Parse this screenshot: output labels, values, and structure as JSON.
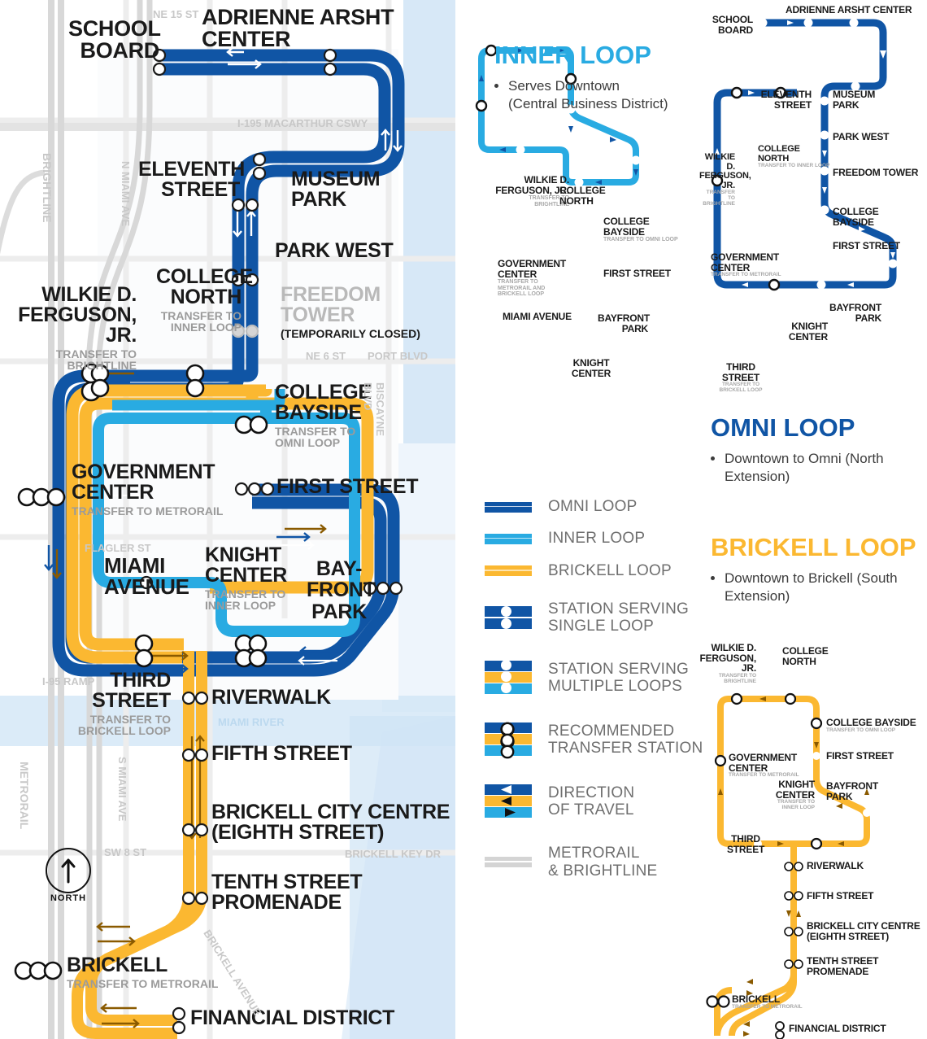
{
  "colors": {
    "omni_loop": "#1055A5",
    "inner_loop": "#29ABE2",
    "brickell_loop": "#FBB831",
    "metrorail_brightline": "#D4D4D4",
    "station_fill": "#FFFFFF",
    "label_dark": "#1A1A1A",
    "label_gray": "#B9B9B9",
    "street_gray": "#C8C8C8",
    "water": "#CFE4F5"
  },
  "main_map": {
    "stations": [
      {
        "name": "SCHOOL BOARD",
        "sub": "",
        "loops": [
          "omni"
        ]
      },
      {
        "name": "ADRIENNE ARSHT CENTER",
        "sub": "",
        "loops": [
          "omni"
        ]
      },
      {
        "name": "ELEVENTH STREET",
        "sub": "",
        "loops": [
          "omni"
        ]
      },
      {
        "name": "MUSEUM PARK",
        "sub": "",
        "loops": [
          "omni"
        ]
      },
      {
        "name": "PARK WEST",
        "sub": "",
        "loops": [
          "omni"
        ]
      },
      {
        "name": "FREEDOM TOWER",
        "sub": "(TEMPORARILY CLOSED)",
        "loops": [
          "omni"
        ],
        "closed": true
      },
      {
        "name": "WILKIE D. FERGUSON, JR.",
        "sub": "TRANSFER TO BRIGHTLINE",
        "loops": [
          "omni",
          "inner",
          "brickell"
        ]
      },
      {
        "name": "COLLEGE NORTH",
        "sub": "TRANSFER TO INNER LOOP",
        "loops": [
          "omni",
          "inner",
          "brickell"
        ]
      },
      {
        "name": "COLLEGE BAYSIDE",
        "sub": "TRANSFER TO OMNI LOOP",
        "loops": [
          "omni",
          "inner",
          "brickell"
        ]
      },
      {
        "name": "GOVERNMENT CENTER",
        "sub": "TRANSFER TO METRORAIL",
        "loops": [
          "omni",
          "inner",
          "brickell"
        ]
      },
      {
        "name": "FIRST STREET",
        "sub": "",
        "loops": [
          "omni",
          "inner",
          "brickell"
        ]
      },
      {
        "name": "MIAMI AVENUE",
        "sub": "",
        "loops": [
          "inner"
        ]
      },
      {
        "name": "KNIGHT CENTER",
        "sub": "TRANSFER TO INNER LOOP",
        "loops": [
          "omni",
          "brickell"
        ]
      },
      {
        "name": "BAY-FRONT PARK",
        "sub": "",
        "loops": [
          "omni",
          "inner",
          "brickell"
        ]
      },
      {
        "name": "THIRD STREET",
        "sub": "TRANSFER TO BRICKELL LOOP",
        "loops": [
          "omni",
          "inner",
          "brickell"
        ]
      },
      {
        "name": "RIVERWALK",
        "sub": "",
        "loops": [
          "brickell"
        ]
      },
      {
        "name": "FIFTH STREET",
        "sub": "",
        "loops": [
          "brickell"
        ]
      },
      {
        "name": "BRICKELL CITY CENTRE (EIGHTH STREET)",
        "sub": "",
        "loops": [
          "brickell"
        ]
      },
      {
        "name": "TENTH STREET PROMENADE",
        "sub": "",
        "loops": [
          "brickell"
        ]
      },
      {
        "name": "BRICKELL",
        "sub": "TRANSFER TO METRORAIL",
        "loops": [
          "brickell"
        ]
      },
      {
        "name": "FINANCIAL DISTRICT",
        "sub": "",
        "loops": [
          "brickell"
        ]
      }
    ],
    "labels": {
      "school_board": "SCHOOL\nBOARD",
      "school_board_l1": "SCHOOL",
      "school_board_l2": "BOARD",
      "adrienne": "ADRIENNE ARSHT CENTER",
      "eleventh_l1": "ELEVENTH",
      "eleventh_l2": "STREET",
      "museum_l1": "MUSEUM",
      "museum_l2": "PARK",
      "park_west": "PARK WEST",
      "college_north_l1": "COLLEGE",
      "college_north_l2": "NORTH",
      "college_north_sub1": "TRANSFER TO",
      "college_north_sub2": "INNER LOOP",
      "freedom_l1": "FREEDOM",
      "freedom_l2": "TOWER",
      "freedom_sub": "(TEMPORARILY CLOSED)",
      "wilkie_l1": "WILKIE D.",
      "wilkie_l2": "FERGUSON, JR.",
      "wilkie_sub": "TRANSFER TO BRIGHTLINE",
      "college_bayside_l1": "COLLEGE",
      "college_bayside_l2": "BAYSIDE",
      "college_bayside_sub1": "TRANSFER TO",
      "college_bayside_sub2": "OMNI LOOP",
      "government_l1": "GOVERNMENT",
      "government_l2": "CENTER",
      "government_sub": "TRANSFER TO METRORAIL",
      "first_street": "FIRST STREET",
      "miami_l1": "MIAMI",
      "miami_l2": "AVENUE",
      "knight_l1": "KNIGHT",
      "knight_l2": "CENTER",
      "knight_sub1": "TRANSFER TO",
      "knight_sub2": "INNER LOOP",
      "bayfront_l1": "BAY-",
      "bayfront_l2": "FRONT",
      "bayfront_l3": "PARK",
      "third_l1": "THIRD",
      "third_l2": "STREET",
      "third_sub1": "TRANSFER TO",
      "third_sub2": "BRICKELL LOOP",
      "riverwalk": "RIVERWALK",
      "fifth_street": "FIFTH STREET",
      "bcc_l1": "BRICKELL CITY CENTRE",
      "bcc_l2": "(EIGHTH STREET)",
      "tenth_l1": "TENTH STREET",
      "tenth_l2": "PROMENADE",
      "brickell": "BRICKELL",
      "brickell_sub": "TRANSFER TO METRORAIL",
      "financial": "FINANCIAL DISTRICT"
    },
    "streets": {
      "ne15st": "NE 15 ST",
      "i195": "I-195  MACARTHUR CSWY",
      "brightline": "BRIGHTLINE",
      "nmiamiave": "N MIAMI AVE",
      "ne6st": "NE 6 ST",
      "portblvd": "PORT BLVD",
      "biscayne": "BISCAYNE BLVD",
      "flagler": "FLAGLER ST",
      "i95ramp": "I-95 RAMP",
      "metrorail": "METRORAIL",
      "miamiriver": "MIAMI RIVER",
      "smiamiave": "S MIAMI AVE",
      "sw8st": "SW 8 ST",
      "brickellkeydr": "BRICKELL KEY DR",
      "brickellave": "BRICKELL AVENUE"
    },
    "north_label": "NORTH"
  },
  "inner_loop_panel": {
    "title": "INNER LOOP",
    "bullets": [
      "Serves Downtown (Central Business District)"
    ],
    "diagram_stations": [
      {
        "l1": "WILKIE D.",
        "l2": "FERGUSON, JR.",
        "sub": "TRANSFER TO BRIGHTLINE"
      },
      {
        "l1": "COLLEGE",
        "l2": "NORTH",
        "sub": ""
      },
      {
        "l1": "COLLEGE",
        "l2": "BAYSIDE",
        "sub": "TRANSFER TO OMNI LOOP"
      },
      {
        "l1": "FIRST STREET",
        "l2": "",
        "sub": ""
      },
      {
        "l1": "GOVERNMENT",
        "l2": "CENTER",
        "sub": "TRANSFER TO METRORAIL AND BRICKELL LOOP"
      },
      {
        "l1": "MIAMI AVENUE",
        "l2": "",
        "sub": ""
      },
      {
        "l1": "BAYFRONT",
        "l2": "PARK",
        "sub": ""
      },
      {
        "l1": "KNIGHT",
        "l2": "CENTER",
        "sub": ""
      }
    ]
  },
  "legend": {
    "items": [
      {
        "label_l1": "OMNI LOOP",
        "label_l2": "",
        "swatch": "omni-line",
        "icon_name": "omni-loop-swatch"
      },
      {
        "label_l1": "INNER LOOP",
        "label_l2": "",
        "swatch": "inner-line",
        "icon_name": "inner-loop-swatch"
      },
      {
        "label_l1": "BRICKELL LOOP",
        "label_l2": "",
        "swatch": "brickell-line",
        "icon_name": "brickell-loop-swatch"
      },
      {
        "label_l1": "STATION SERVING",
        "label_l2": "SINGLE LOOP",
        "swatch": "station-single",
        "icon_name": "station-single-loop-swatch"
      },
      {
        "label_l1": "STATION SERVING",
        "label_l2": "MULTIPLE LOOPS",
        "swatch": "station-multi",
        "icon_name": "station-multiple-loops-swatch"
      },
      {
        "label_l1": "RECOMMENDED",
        "label_l2": "TRANSFER STATION",
        "swatch": "station-transfer",
        "icon_name": "recommended-transfer-swatch"
      },
      {
        "label_l1": "DIRECTION",
        "label_l2": "OF TRAVEL",
        "swatch": "direction",
        "icon_name": "direction-of-travel-swatch"
      },
      {
        "label_l1": "METRORAIL",
        "label_l2": "& BRIGHTLINE",
        "swatch": "metrorail-line",
        "icon_name": "metrorail-brightline-swatch"
      }
    ]
  },
  "omni_loop_panel": {
    "title": "OMNI LOOP",
    "bullets": [
      "Downtown to Omni (North Extension)"
    ],
    "diagram_stations": [
      {
        "l1": "ADRIENNE ARSHT CENTER",
        "l2": "",
        "sub": ""
      },
      {
        "l1": "SCHOOL",
        "l2": "BOARD",
        "sub": ""
      },
      {
        "l1": "ELEVENTH",
        "l2": "STREET",
        "sub": ""
      },
      {
        "l1": "MUSEUM",
        "l2": "PARK",
        "sub": ""
      },
      {
        "l1": "PARK WEST",
        "l2": "",
        "sub": ""
      },
      {
        "l1": "FREEDOM TOWER",
        "l2": "",
        "sub": ""
      },
      {
        "l1": "WILKIE D.",
        "l2": "FERGUSON, JR.",
        "sub": "TRANSFER TO BRIGHTLINE"
      },
      {
        "l1": "COLLEGE",
        "l2": "NORTH",
        "sub": "TRANSFER TO INNER LOOP"
      },
      {
        "l1": "COLLEGE",
        "l2": "BAYSIDE",
        "sub": ""
      },
      {
        "l1": "FIRST STREET",
        "l2": "",
        "sub": ""
      },
      {
        "l1": "GOVERNMENT",
        "l2": "CENTER",
        "sub": "TRANSFER TO METRORAIL"
      },
      {
        "l1": "BAYFRONT",
        "l2": "PARK",
        "sub": ""
      },
      {
        "l1": "KNIGHT",
        "l2": "CENTER",
        "sub": ""
      },
      {
        "l1": "THIRD",
        "l2": "STREET",
        "sub": "TRANSFER TO BRICKELL LOOP"
      }
    ]
  },
  "brickell_loop_panel": {
    "title": "BRICKELL LOOP",
    "bullets": [
      "Downtown to Brickell (South Extension)"
    ],
    "diagram_stations": [
      {
        "l1": "WILKIE D.",
        "l2": "FERGUSON, JR.",
        "sub": "TRANSFER TO BRIGHTLINE"
      },
      {
        "l1": "COLLEGE",
        "l2": "NORTH",
        "sub": ""
      },
      {
        "l1": "COLLEGE BAYSIDE",
        "l2": "",
        "sub": "TRANSFER TO OMNI LOOP"
      },
      {
        "l1": "FIRST STREET",
        "l2": "",
        "sub": ""
      },
      {
        "l1": "GOVERNMENT",
        "l2": "CENTER",
        "sub": "TRANSFER TO METRORAIL"
      },
      {
        "l1": "KNIGHT",
        "l2": "CENTER",
        "sub": "TRANSFER TO INNER LOOP"
      },
      {
        "l1": "BAYFRONT",
        "l2": "PARK",
        "sub": ""
      },
      {
        "l1": "THIRD",
        "l2": "STREET",
        "sub": ""
      },
      {
        "l1": "RIVERWALK",
        "l2": "",
        "sub": ""
      },
      {
        "l1": "FIFTH STREET",
        "l2": "",
        "sub": ""
      },
      {
        "l1": "BRICKELL CITY CENTRE",
        "l2": "(EIGHTH STREET)",
        "sub": ""
      },
      {
        "l1": "TENTH STREET",
        "l2": "PROMENADE",
        "sub": ""
      },
      {
        "l1": "BRICKELL",
        "l2": "",
        "sub": "TRANSFER TO METRORAIL"
      },
      {
        "l1": "FINANCIAL DISTRICT",
        "l2": "",
        "sub": ""
      }
    ]
  }
}
